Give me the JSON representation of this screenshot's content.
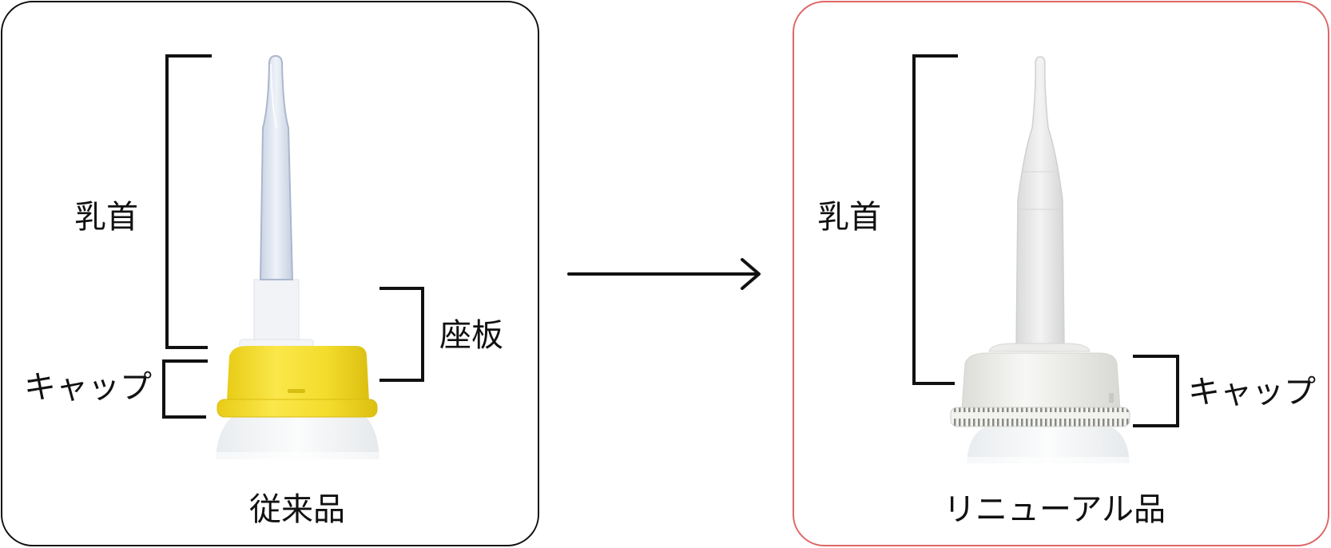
{
  "panels": {
    "old": {
      "caption": "従来品",
      "labels": {
        "nipple": "乳首",
        "seat": "座板",
        "cap": "キャップ"
      },
      "cap_color": "#f2dc28",
      "border_color": "#111111"
    },
    "new": {
      "caption": "リニューアル品",
      "labels": {
        "nipple": "乳首",
        "cap": "キャップ"
      },
      "cap_color": "#efefec",
      "border_color": "#e06666"
    }
  },
  "arrow": {
    "direction": "right"
  }
}
